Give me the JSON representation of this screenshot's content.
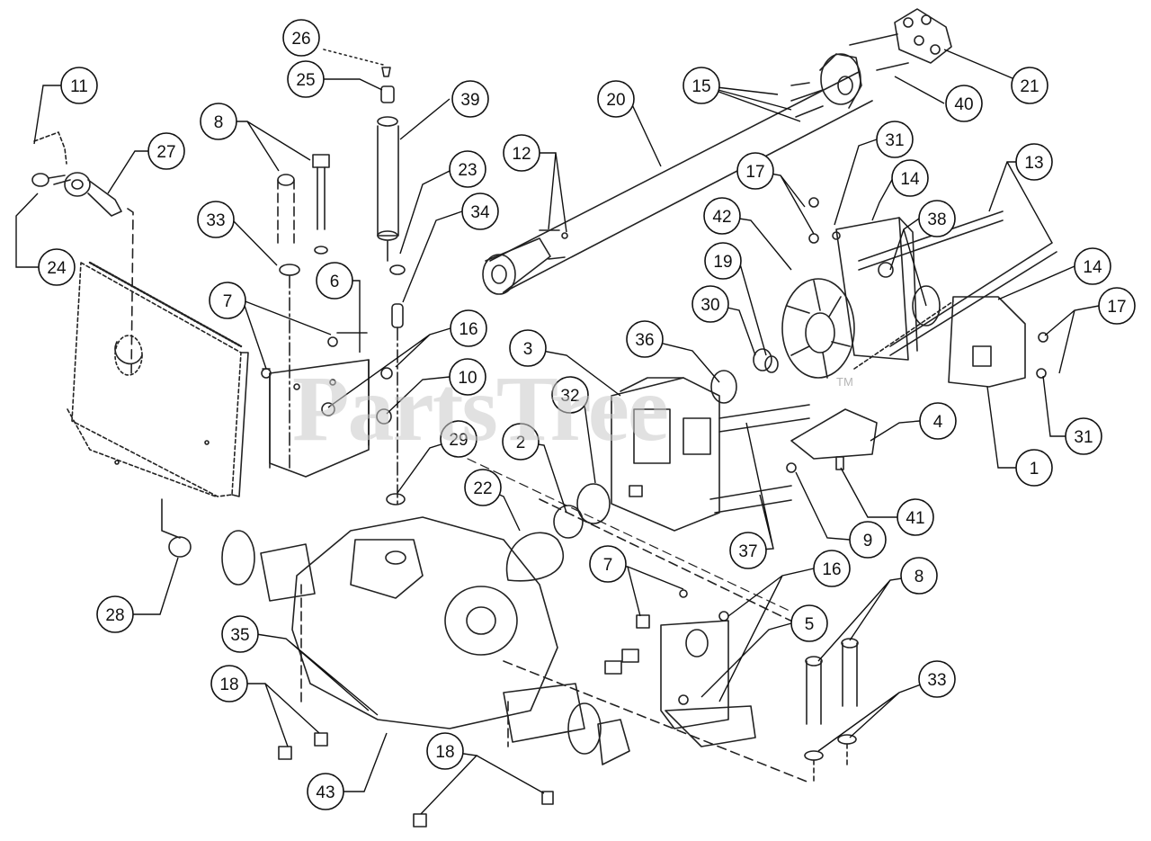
{
  "watermark": {
    "text": "PartsTree",
    "tm": "TM"
  },
  "callouts": [
    {
      "label": "26"
    },
    {
      "label": "25"
    },
    {
      "label": "39"
    },
    {
      "label": "20"
    },
    {
      "label": "15"
    },
    {
      "label": "21"
    },
    {
      "label": "40"
    },
    {
      "label": "11"
    },
    {
      "label": "27"
    },
    {
      "label": "24"
    },
    {
      "label": "8"
    },
    {
      "label": "33"
    },
    {
      "label": "6"
    },
    {
      "label": "7"
    },
    {
      "label": "23"
    },
    {
      "label": "34"
    },
    {
      "label": "12"
    },
    {
      "label": "31"
    },
    {
      "label": "17"
    },
    {
      "label": "14"
    },
    {
      "label": "13"
    },
    {
      "label": "42"
    },
    {
      "label": "38"
    },
    {
      "label": "19"
    },
    {
      "label": "30"
    },
    {
      "label": "14"
    },
    {
      "label": "17"
    },
    {
      "label": "16"
    },
    {
      "label": "10"
    },
    {
      "label": "3"
    },
    {
      "label": "36"
    },
    {
      "label": "32"
    },
    {
      "label": "2"
    },
    {
      "label": "29"
    },
    {
      "label": "22"
    },
    {
      "label": "4"
    },
    {
      "label": "1"
    },
    {
      "label": "31"
    },
    {
      "label": "41"
    },
    {
      "label": "9"
    },
    {
      "label": "37"
    },
    {
      "label": "7"
    },
    {
      "label": "16"
    },
    {
      "label": "8"
    },
    {
      "label": "5"
    },
    {
      "label": "28"
    },
    {
      "label": "35"
    },
    {
      "label": "18"
    },
    {
      "label": "33"
    },
    {
      "label": "18"
    },
    {
      "label": "43"
    }
  ]
}
